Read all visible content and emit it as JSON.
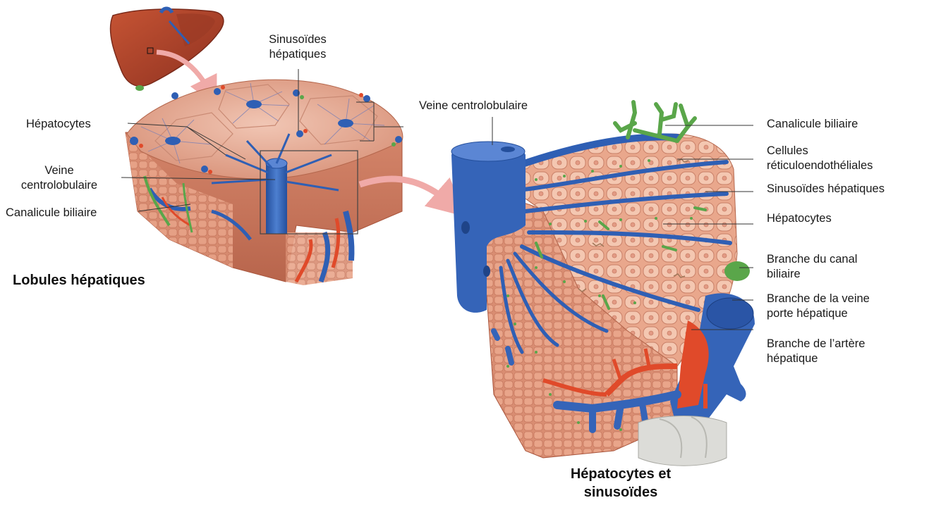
{
  "titles": {
    "left": "Lobules hépatiques",
    "right": "Hépatocytes et\nsinusoïdes"
  },
  "left_labels": {
    "sinusoides": "Sinusoïdes\nhépatiques",
    "hepatocytes": "Hépatocytes",
    "veine": "Veine\ncentrolobulaire",
    "canalicule": "Canalicule biliaire"
  },
  "right_labels": {
    "veine": "Veine centrolobulaire",
    "canalicule": "Canalicule biliaire",
    "cellules": "Cellules\nréticuloendothéliales",
    "sinusoides": "Sinusoïdes hépatiques",
    "hepatocytes": "Hépatocytes",
    "canal": "Branche du canal\nbiliaire",
    "veine_porte": "Branche de la veine\nporte hépatique",
    "artere": "Branche de l’artère\nhépatique"
  },
  "colors": {
    "hepatocyte": "#e8a48a",
    "hepatocyte_light": "#f3c2ab",
    "cell_outline": "#c97d63",
    "vein": "#2f5fb4",
    "vein_light": "#5b86d4",
    "artery": "#e04a2a",
    "bile": "#5aa64a",
    "liver": "#b0462c",
    "arrow": "#f0aaa8",
    "tissue_side": "#d98a6e"
  }
}
